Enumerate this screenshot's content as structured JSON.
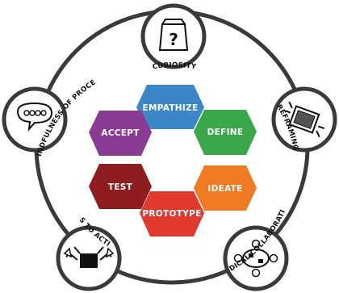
{
  "hexagons": {
    "empathize": {
      "label": "EMPATHIZE",
      "color": "#3b86c6"
    },
    "define": {
      "label": "DEFINE",
      "color": "#3aa84a"
    },
    "ideate": {
      "label": "IDEATE",
      "color": "#ef7a22"
    },
    "prototype": {
      "label": "PROTOTYPE",
      "color": "#e0392d"
    },
    "test": {
      "label": "TEST",
      "color": "#8f1c1f"
    },
    "accept": {
      "label": "ACCEPT",
      "color": "#8a3b94"
    }
  },
  "mindsets": {
    "curiosity": {
      "label": "CURIOSITY",
      "icon": "question-bag-icon"
    },
    "reframing": {
      "label": "REFRAMING",
      "icon": "frame-hands-icon"
    },
    "radical_collaboration": {
      "label": "RADICAL COLLABORATION",
      "icon": "team-table-icon"
    },
    "bias_to_action": {
      "label": "BIAS TO ACTION",
      "icon": "hands-box-icon"
    },
    "mindfulness_of_process": {
      "label": "MINDFULNESS OF PROCESS",
      "icon": "thought-bubble-icon"
    }
  },
  "colors": {
    "ring": "#3a3a3a",
    "icon_circle_fill": "#ffffff"
  }
}
